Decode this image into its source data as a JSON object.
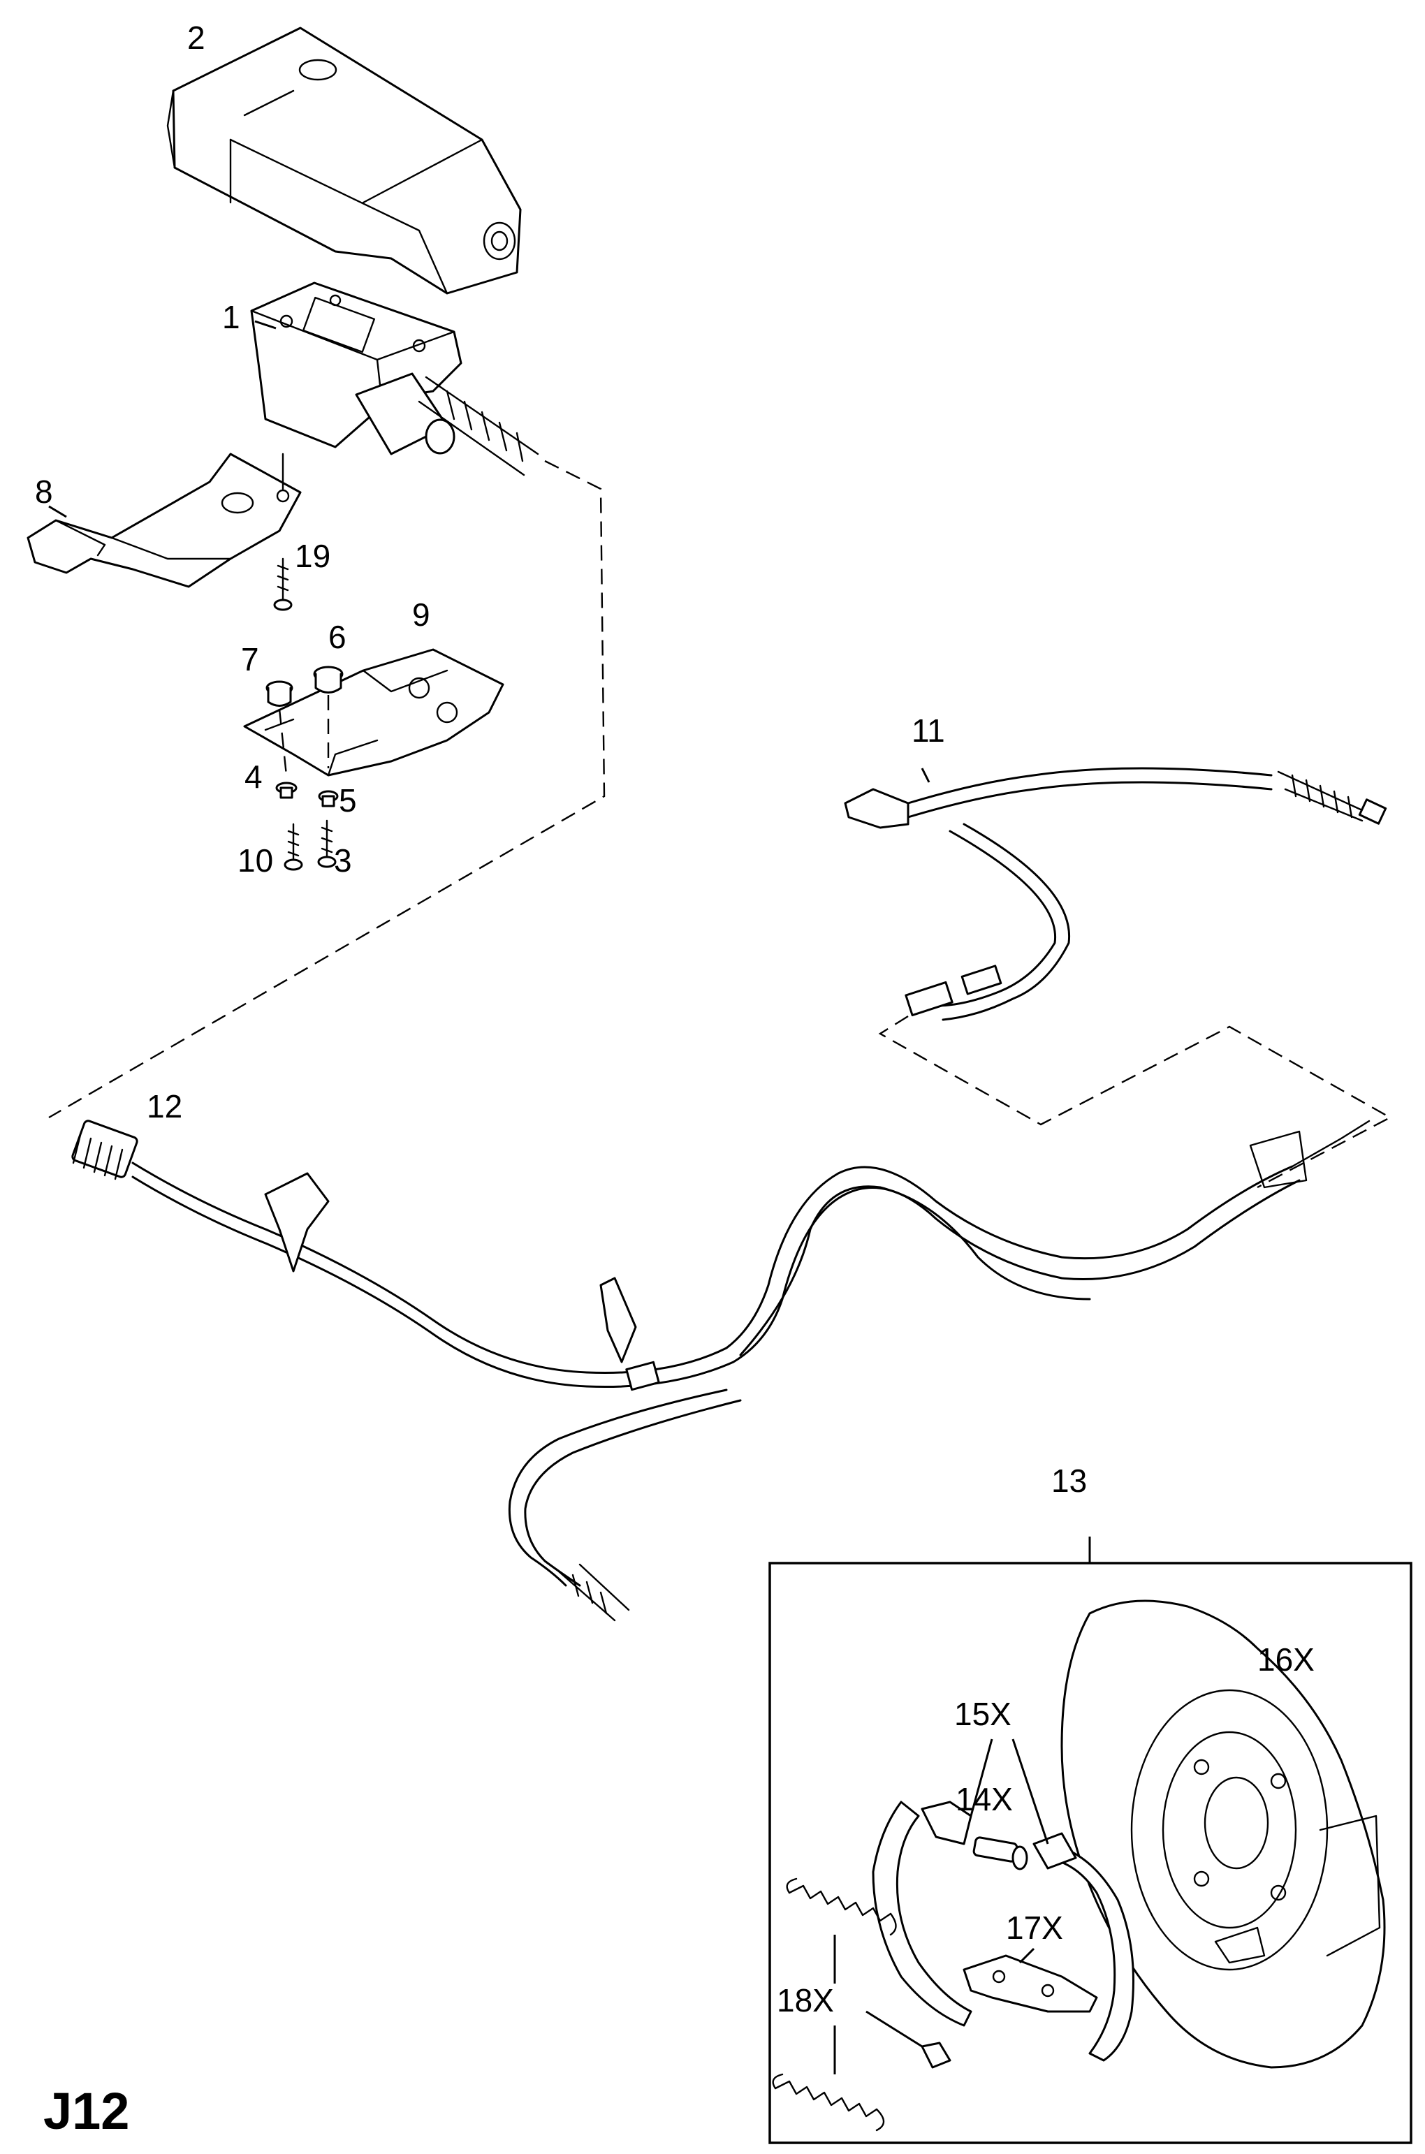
{
  "page_code": "J12",
  "callouts": {
    "c1": "1",
    "c2": "2",
    "c3": "3",
    "c4": "4",
    "c5": "5",
    "c6": "6",
    "c7": "7",
    "c8": "8",
    "c9": "9",
    "c10": "10",
    "c11": "11",
    "c12": "12",
    "c13": "13",
    "c14": "14X",
    "c15": "15X",
    "c16": "16X",
    "c17": "17X",
    "c18": "18X",
    "c19": "19"
  }
}
